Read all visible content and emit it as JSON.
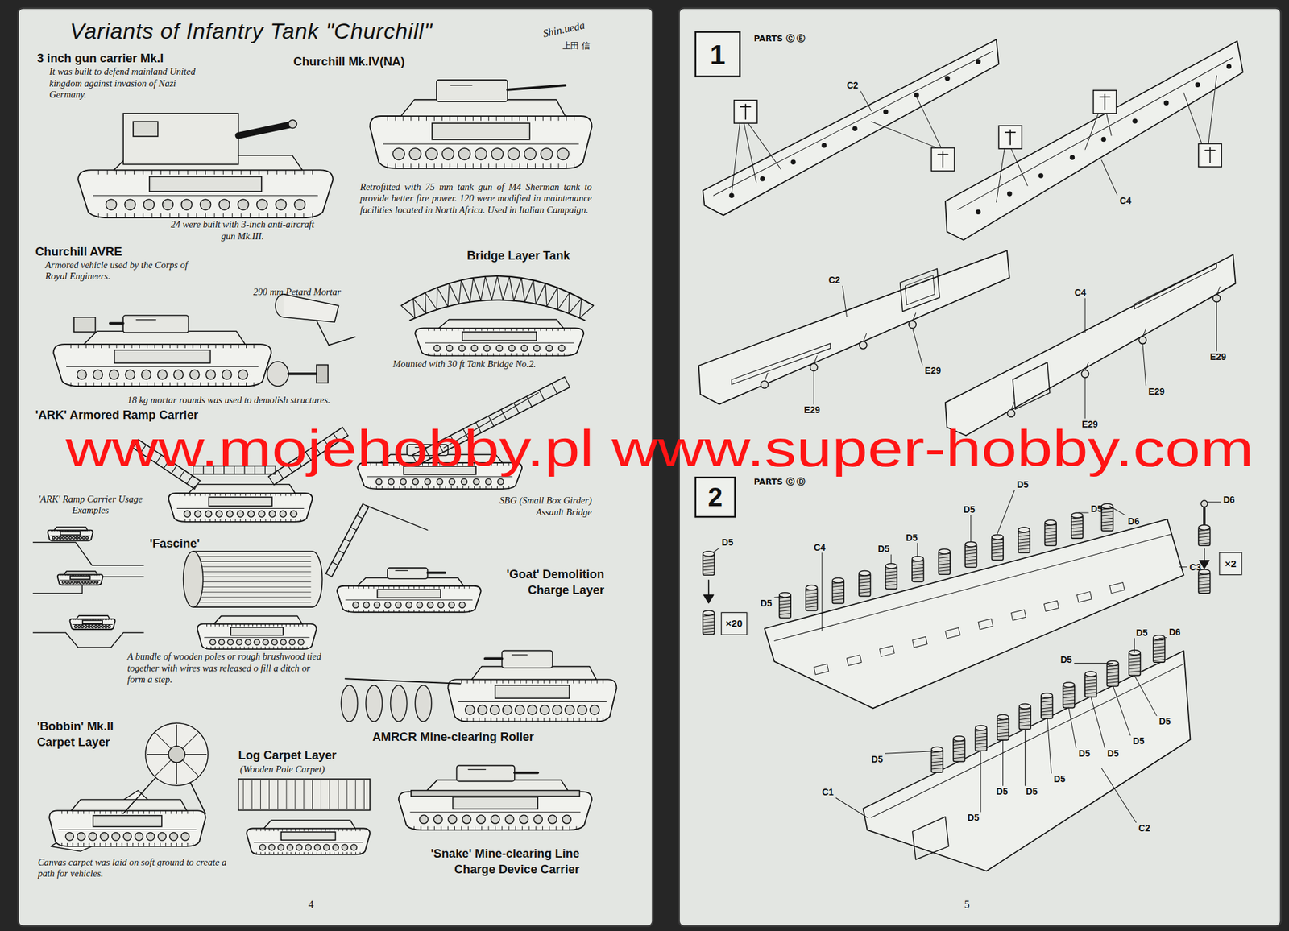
{
  "diagram": {
    "title": "Variants of Infantry Tank \"Churchill\"",
    "nodes": [
      {
        "text": [
          "1"
        ]
      },
      {
        "text": [
          "2"
        ]
      },
      {
        "text": [
          "×20"
        ]
      },
      {
        "text": [
          "×2"
        ]
      }
    ],
    "labels": [
      "Shin.ueda",
      "上田 信",
      "3 inch gun carrier Mk.I",
      "It was built to defend mainland United kingdom against invasion of Nazi Germany.",
      "Churchill Mk.IV(NA)",
      "24 were built with 3-inch anti-aircraft gun Mk.III.",
      "Retrofitted with 75 mm tank gun of M4 Sherman tank to provide better fire power. 120 were modified in maintenance facilities located in North Africa. Used in Italian Campaign.",
      "Churchill AVRE",
      "Armored vehicle used by the Corps of Royal Engineers.",
      "290 mm Petard Mortar",
      "Bridge Layer Tank",
      "Mounted with 30 ft Tank Bridge No.2.",
      "18 kg mortar rounds was used to demolish structures.",
      "'ARK' Armored Ramp Carrier",
      "'ARK' Ramp Carrier Usage Examples",
      "SBG (Small Box Girder) Assault Bridge",
      "'Fascine'",
      "'Goat' Demolition Charge Layer",
      "A bundle of wooden poles or rough brushwood tied together with wires was released o fill a ditch or form a step.",
      "AMRCR Mine-clearing Roller",
      "'Bobbin' Mk.II Carpet Layer",
      "Log Carpet Layer",
      "(Wooden Pole Carpet)",
      "Canvas carpet was laid on soft ground to create a path for vehicles.",
      "'Snake' Mine-clearing Line Charge Device Carrier",
      "4",
      "PARTS Ⓒ Ⓔ",
      "C2",
      "C4",
      "C2",
      "C4",
      "E29",
      "E29",
      "E29",
      "E29",
      "E29",
      "PARTS Ⓒ Ⓓ",
      "D5",
      "D6",
      "D5",
      "D5",
      "D5",
      "D6",
      "D5",
      "D5",
      "D5",
      "C4",
      "C3",
      "D5",
      "D6",
      "D5",
      "D5",
      "D5",
      "D5",
      "D5",
      "D5",
      "D5",
      "D5",
      "D5",
      "D5",
      "C1",
      "C2",
      "5",
      "www.mojehobby.pl www.super-hobby.com"
    ]
  }
}
